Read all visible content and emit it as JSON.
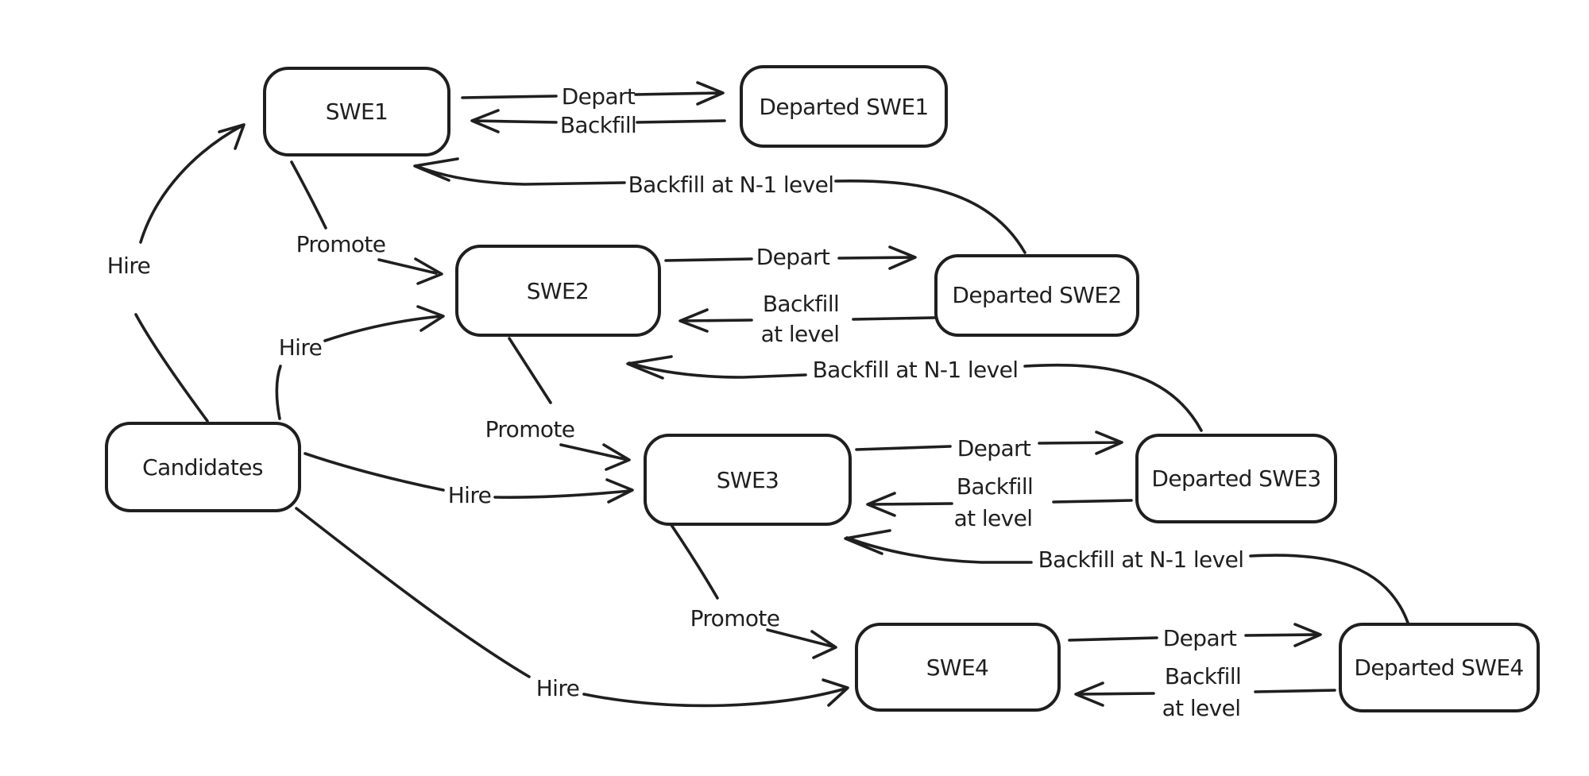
{
  "canvas": {
    "background_color": "#ffffff",
    "ink_color": "#1f1f1f"
  },
  "nodes": {
    "candidates": {
      "label": "Candidates"
    },
    "swe1": {
      "label": "SWE1"
    },
    "swe2": {
      "label": "SWE2"
    },
    "swe3": {
      "label": "SWE3"
    },
    "swe4": {
      "label": "SWE4"
    },
    "departed_swe1": {
      "label": "Departed SWE1"
    },
    "departed_swe2": {
      "label": "Departed SWE2"
    },
    "departed_swe3": {
      "label": "Departed SWE3"
    },
    "departed_swe4": {
      "label": "Departed SWE4"
    }
  },
  "edges": {
    "hire_swe1": {
      "label": "Hire",
      "from": "candidates",
      "to": "swe1"
    },
    "hire_swe2": {
      "label": "Hire",
      "from": "candidates",
      "to": "swe2"
    },
    "hire_swe3": {
      "label": "Hire",
      "from": "candidates",
      "to": "swe3"
    },
    "hire_swe4": {
      "label": "Hire",
      "from": "candidates",
      "to": "swe4"
    },
    "promote_swe1_swe2": {
      "label": "Promote",
      "from": "swe1",
      "to": "swe2"
    },
    "promote_swe2_swe3": {
      "label": "Promote",
      "from": "swe2",
      "to": "swe3"
    },
    "promote_swe3_swe4": {
      "label": "Promote",
      "from": "swe3",
      "to": "swe4"
    },
    "depart_swe1": {
      "label": "Depart",
      "from": "swe1",
      "to": "departed_swe1"
    },
    "depart_swe2": {
      "label": "Depart",
      "from": "swe2",
      "to": "departed_swe2"
    },
    "depart_swe3": {
      "label": "Depart",
      "from": "swe3",
      "to": "departed_swe3"
    },
    "depart_swe4": {
      "label": "Depart",
      "from": "swe4",
      "to": "departed_swe4"
    },
    "backfill_swe1": {
      "label": "Backfill",
      "from": "departed_swe1",
      "to": "swe1"
    },
    "backfill_at_level_swe2": {
      "label_line1": "Backfill",
      "label_line2": "at level",
      "from": "departed_swe2",
      "to": "swe2"
    },
    "backfill_at_level_swe3": {
      "label_line1": "Backfill",
      "label_line2": "at level",
      "from": "departed_swe3",
      "to": "swe3"
    },
    "backfill_at_level_swe4": {
      "label_line1": "Backfill",
      "label_line2": "at level",
      "from": "departed_swe4",
      "to": "swe4"
    },
    "backfill_n1_to_swe1": {
      "label": "Backfill at N-1 level",
      "from": "departed_swe2",
      "to": "swe1"
    },
    "backfill_n1_to_swe2": {
      "label": "Backfill at N-1 level",
      "from": "departed_swe3",
      "to": "swe2"
    },
    "backfill_n1_to_swe3": {
      "label": "Backfill at N-1 level",
      "from": "departed_swe4",
      "to": "swe3"
    }
  }
}
